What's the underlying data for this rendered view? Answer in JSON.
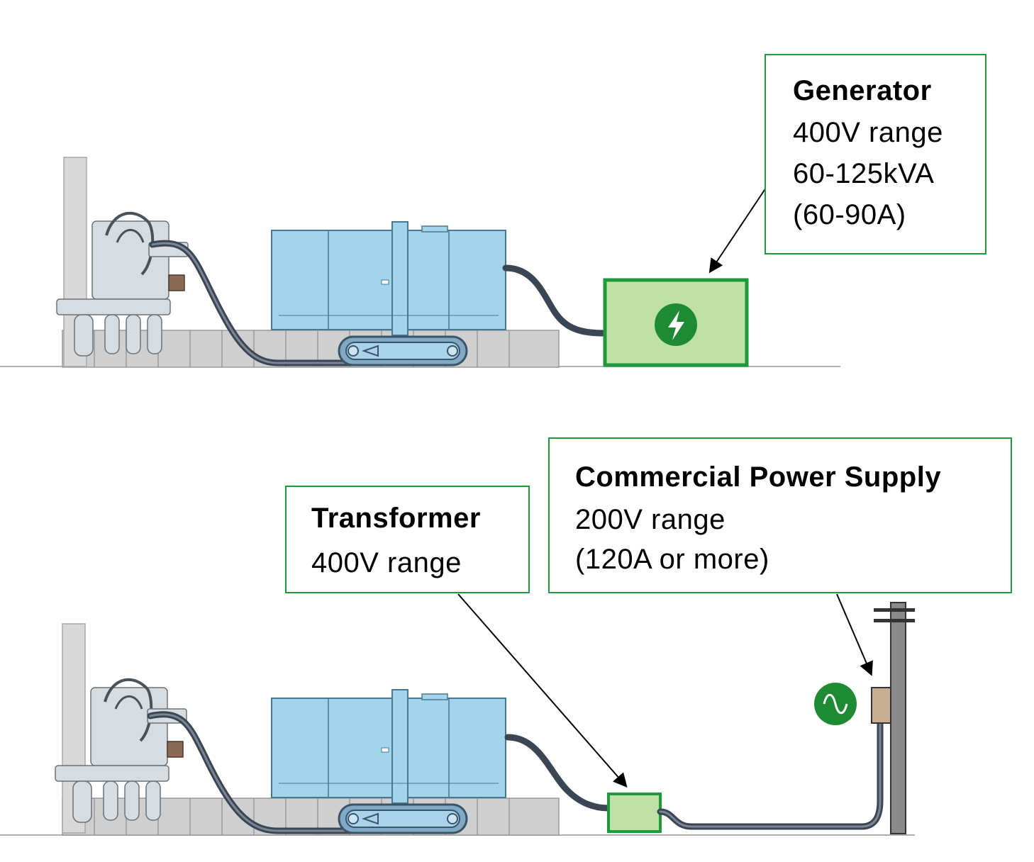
{
  "colors": {
    "callout_border": "#1e9a3c",
    "power_box_fill": "#bfe0a6",
    "power_box_border": "#1e9a3c",
    "icon_fill": "#1e8a34",
    "machine_body": "#a4d4ec",
    "cable": "#3a4654",
    "wall": "#cfcfcf"
  },
  "scenario_generator": {
    "callout": {
      "title": "Generator",
      "lines": [
        "400V range",
        "60-125kVA",
        "(60-90A)"
      ]
    },
    "power_icon": "lightning-bolt-icon"
  },
  "scenario_commercial": {
    "transformer_callout": {
      "title": "Transformer",
      "lines": [
        "400V range"
      ]
    },
    "commercial_callout": {
      "title": "Commercial Power Supply",
      "lines": [
        "200V range",
        "(120A or more)"
      ]
    },
    "power_icon": "ac-sine-wave-icon"
  }
}
